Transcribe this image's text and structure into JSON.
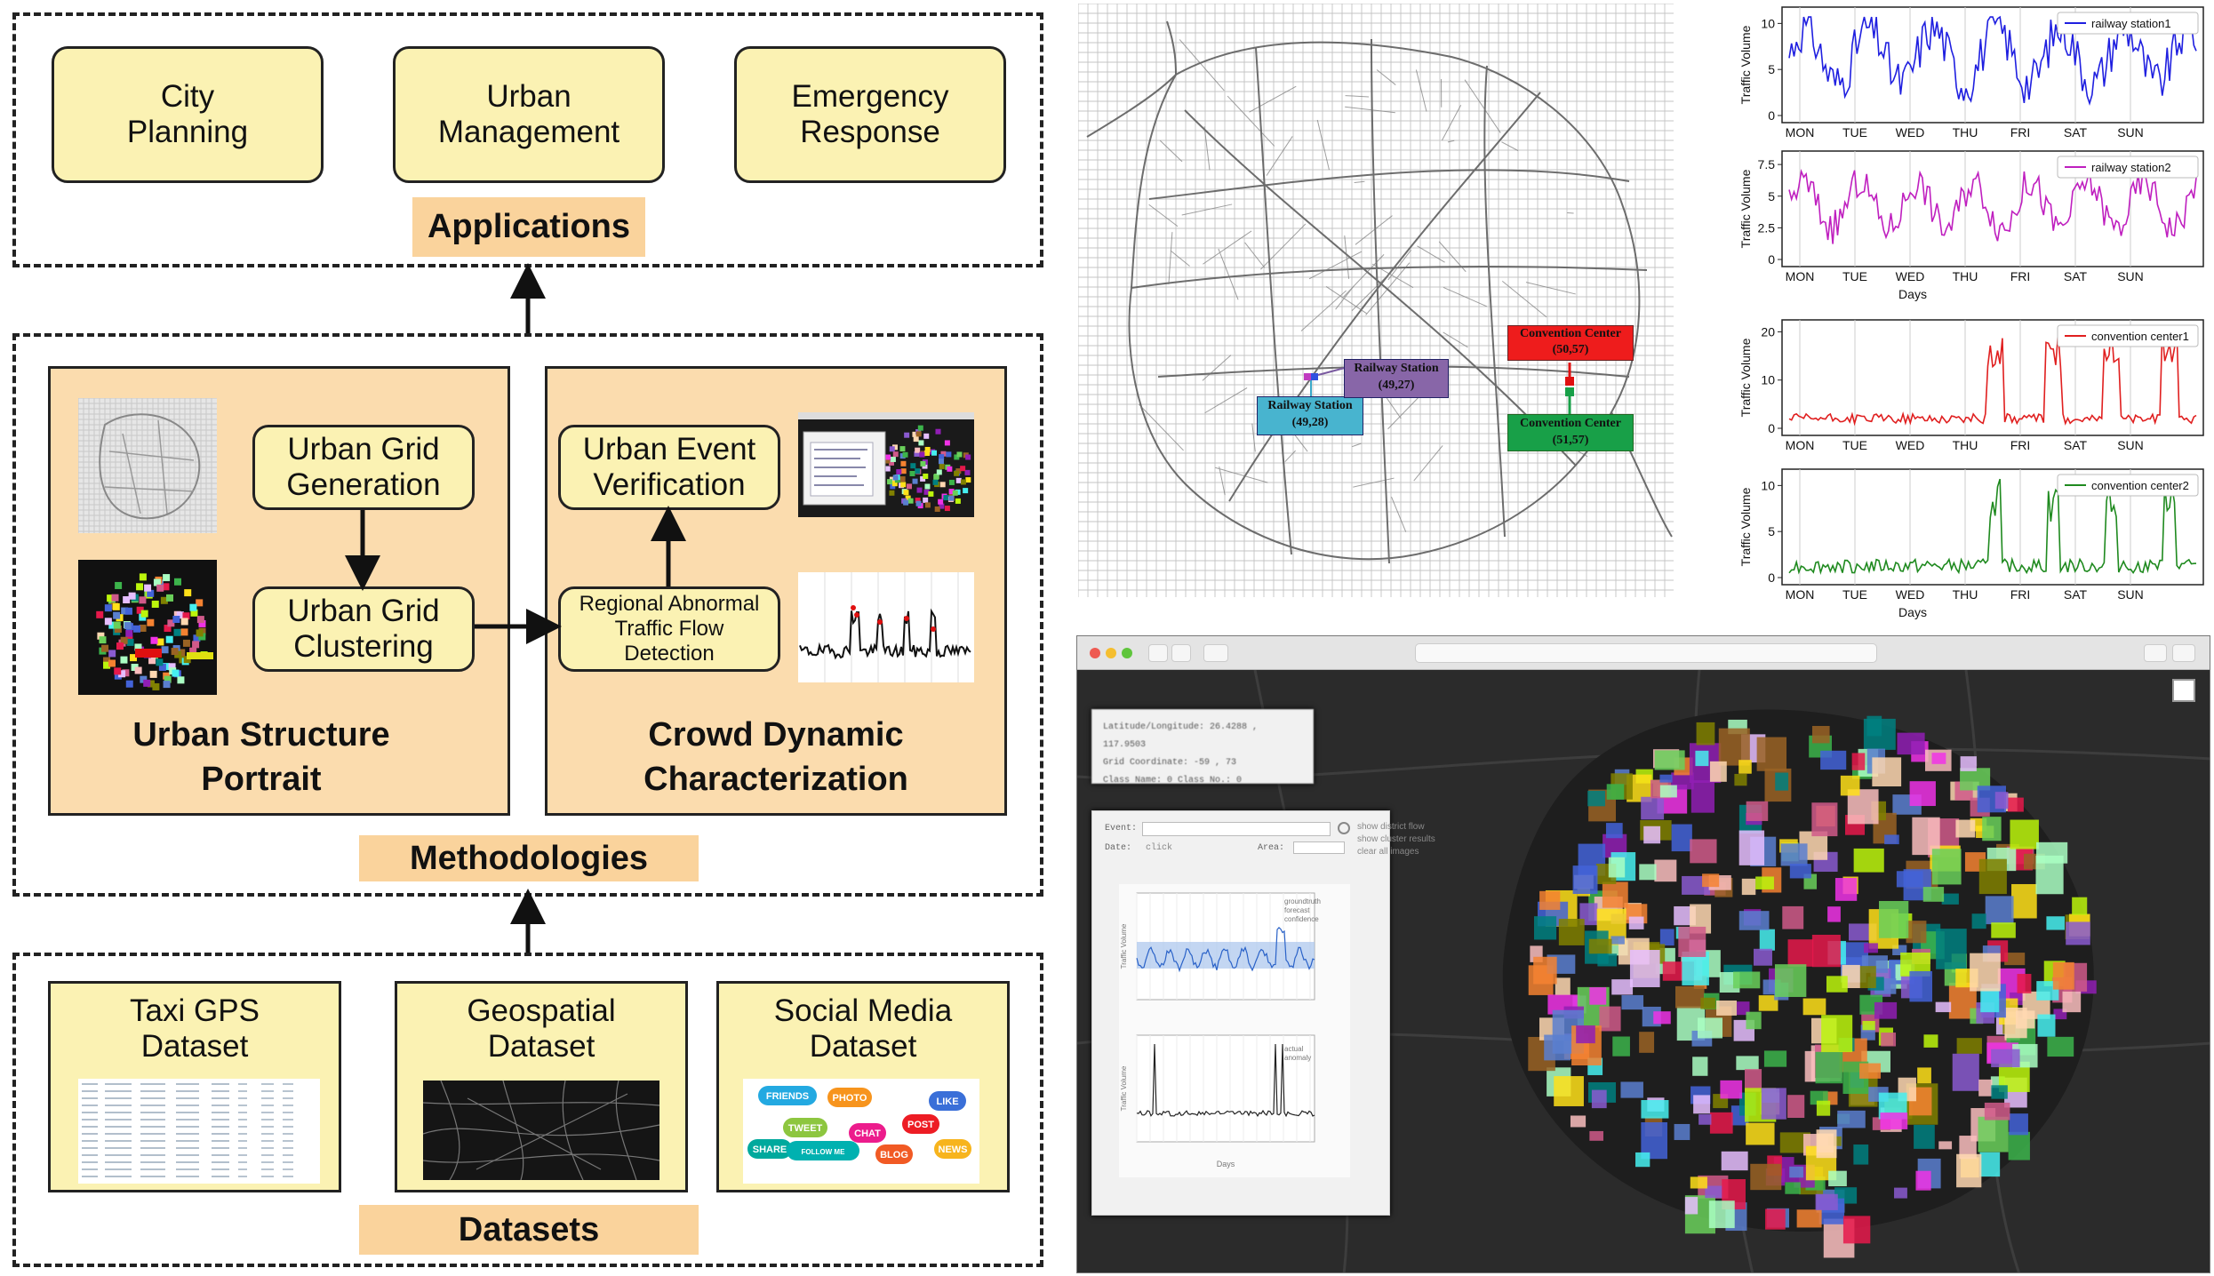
{
  "applications": {
    "items": [
      "City\nPlanning",
      "Urban\nManagement",
      "Emergency\nResponse"
    ],
    "tag": "Applications"
  },
  "methodologies": {
    "tag": "Methodologies",
    "urban_grid_generation": "Urban Grid\nGeneration",
    "urban_grid_clustering": "Urban Grid\nClustering",
    "urban_event_verification": "Urban Event\nVerification",
    "regional_abnormal": "Regional Abnormal\nTraffic Flow\nDetection",
    "left_title": "Urban Structure\nPortrait",
    "right_title": "Crowd Dynamic\nCharacterization"
  },
  "datasets": {
    "tag": "Datasets",
    "taxi": "Taxi GPS\nDataset",
    "geo": "Geospatial\nDataset",
    "social": "Social Media\nDataset",
    "social_words": [
      "FRIENDS",
      "PHOTO",
      "LIKE",
      "TWEET",
      "CHAT",
      "POST",
      "SHARE",
      "FOLLOW ME",
      "BLOG",
      "NEWS"
    ]
  },
  "map_labels": {
    "rs1": "Railway Station\n(49,28)",
    "rs2": "Railway Station\n(49,27)",
    "cc1": "Convention Center\n(50,57)",
    "cc2": "Convention Center\n(51,57)"
  },
  "chart_data": [
    {
      "type": "line",
      "series": [
        {
          "name": "railway station1",
          "color": "#1f1fe0"
        }
      ],
      "categories": [
        "MON",
        "TUE",
        "WED",
        "THU",
        "FRI",
        "SAT",
        "SUN"
      ],
      "ylabel": "Traffic Volume",
      "yticks": [
        0,
        5,
        10
      ],
      "ylim": [
        0,
        11
      ],
      "xlabel": ""
    },
    {
      "type": "line",
      "series": [
        {
          "name": "railway station2",
          "color": "#bf1fbf"
        }
      ],
      "categories": [
        "MON",
        "TUE",
        "WED",
        "THU",
        "FRI",
        "SAT",
        "SUN"
      ],
      "ylabel": "Traffic Volume",
      "yticks": [
        0.0,
        2.5,
        5.0,
        7.5
      ],
      "ylim": [
        0,
        8
      ],
      "xlabel": "Days"
    },
    {
      "type": "line",
      "series": [
        {
          "name": "convention center1",
          "color": "#e01f1f"
        }
      ],
      "categories": [
        "MON",
        "TUE",
        "WED",
        "THU",
        "FRI",
        "SAT",
        "SUN"
      ],
      "ylabel": "Traffic Volume",
      "yticks": [
        0,
        10,
        20
      ],
      "ylim": [
        0,
        21
      ],
      "xlabel": ""
    },
    {
      "type": "line",
      "series": [
        {
          "name": "convention center2",
          "color": "#1f8a1f"
        }
      ],
      "categories": [
        "MON",
        "TUE",
        "WED",
        "THU",
        "FRI",
        "SAT",
        "SUN"
      ],
      "ylabel": "Traffic Volume",
      "yticks": [
        0,
        5,
        10
      ],
      "ylim": [
        0,
        11
      ],
      "xlabel": "Days"
    }
  ],
  "app": {
    "info": [
      "Latitude/Longitude: 26.4288 , 117.9503",
      "Grid Coordinate:  -59 , 73",
      "Class Name:  0      Class No.: 0"
    ],
    "event_label": "Event:",
    "date_label": "Date:",
    "date_value": "click",
    "area_label": "Area:",
    "options": [
      "show district flow",
      "show cluster results",
      "clear all images"
    ],
    "legend1": [
      "groundtruth",
      "forecast",
      "confidence"
    ],
    "legend2": [
      "actual",
      "anomaly"
    ],
    "xlabel": "Days",
    "ylabel": "Traffic Volume"
  },
  "colors": {
    "yellow": "#fbf2b3",
    "tag": "#fad39c",
    "panel": "#fbdcae"
  }
}
